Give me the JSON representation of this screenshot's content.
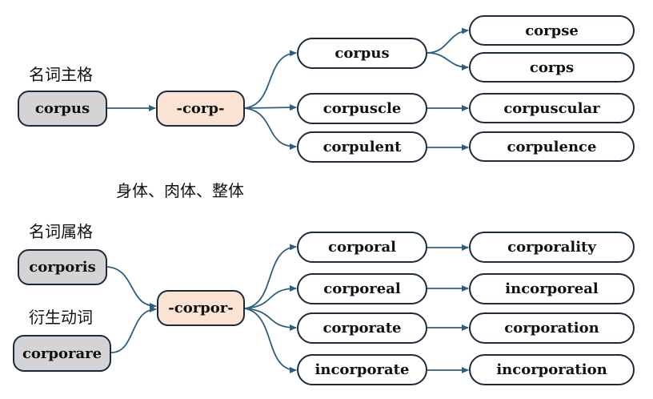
{
  "labels": {
    "nominative": "名词主格",
    "meaning": "身体、肉体、整体",
    "genitive": "名词属格",
    "verb": "衍生动词"
  },
  "nodes": {
    "corpus_root": "corpus",
    "corp_stem": "-corp-",
    "corpus": "corpus",
    "corpuscle": "corpuscle",
    "corpulent": "corpulent",
    "corpse": "corpse",
    "corps": "corps",
    "corpuscular": "corpuscular",
    "corpulence": "corpulence",
    "corporis": "corporis",
    "corporare": "corporare",
    "corpor_stem": "-corpor-",
    "corporal": "corporal",
    "corporeal": "corporeal",
    "corporate": "corporate",
    "incorporate": "incorporate",
    "corporality": "corporality",
    "incorporeal": "incorporeal",
    "corporation": "corporation",
    "incorporation": "incorporation"
  },
  "colors": {
    "arrow": "#2e5f7f",
    "root_fill": "#d4d4d4",
    "stem_fill": "#fbe3d4"
  }
}
